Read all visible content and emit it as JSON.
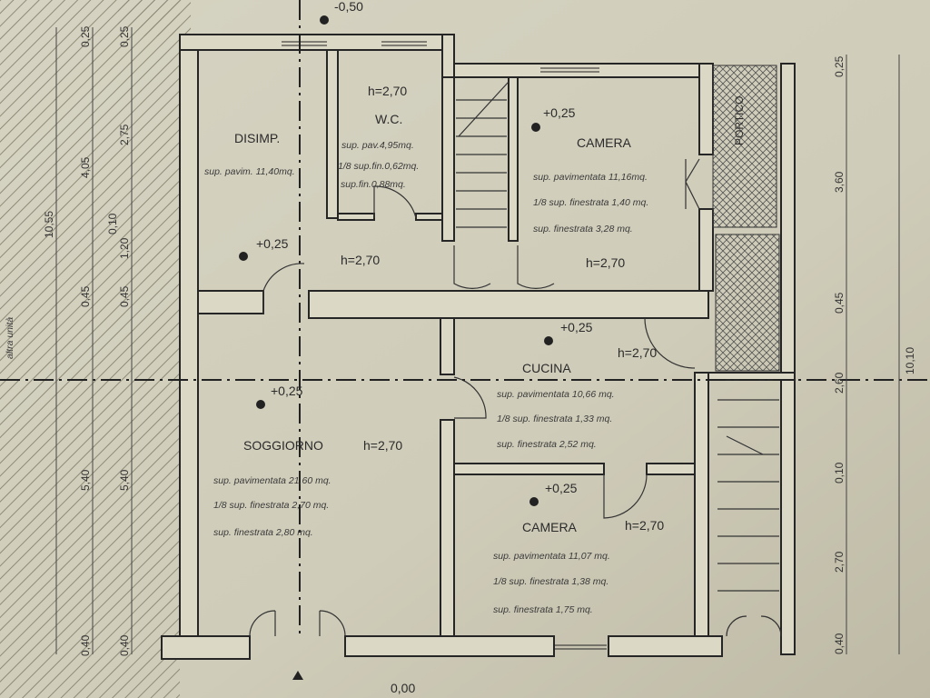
{
  "plan": {
    "levels": {
      "top_entry": "-0,50",
      "bottom_entry": "0,00"
    },
    "side_note": "altra unità",
    "rooms": {
      "disimp": {
        "name": "DISIMP.",
        "area": "sup. pavim. 11,40mq.",
        "level": "+0,25",
        "height": "h=2,70"
      },
      "wc": {
        "name": "W.C.",
        "height": "h=2,70",
        "area": "sup. pav.4,95mq.",
        "window_req": "1/8 sup.fin.0,62mq.",
        "window": "sup.fin.0,88mq."
      },
      "camera_top": {
        "name": "CAMERA",
        "level": "+0,25",
        "area": "sup. pavimentata 11,16mq.",
        "window_req": "1/8 sup. finestrata 1,40 mq.",
        "window": "sup. finestrata 3,28 mq.",
        "height": "h=2,70"
      },
      "portico": {
        "name": "PORTICO"
      },
      "cucina": {
        "name": "CUCINA",
        "level": "+0,25",
        "height": "h=2,70",
        "area": "sup. pavimentata 10,66 mq.",
        "window_req": "1/8 sup. finestrata 1,33 mq.",
        "window": "sup. finestrata 2,52 mq."
      },
      "soggiorno": {
        "name": "SOGGIORNO",
        "level": "+0,25",
        "height": "h=2,70",
        "area": "sup. pavimentata 21,60 mq.",
        "window_req": "1/8 sup. finestrata 2,70 mq.",
        "window": "sup. finestrata 2,80 mq."
      },
      "camera_bottom": {
        "name": "CAMERA",
        "level": "+0,25",
        "height": "h=2,70",
        "area": "sup. pavimentata 11,07 mq.",
        "window_req": "1/8 sup. finestrata 1,38 mq.",
        "window": "sup. finestrata 1,75 mq."
      }
    },
    "dimensions": {
      "left_total": "10,55",
      "left_a": [
        "0,25",
        "4,05",
        "0,45",
        "5,40",
        "0,40"
      ],
      "left_b": [
        "0,25",
        "2,75",
        "0,10",
        "1,20",
        "0,45",
        "5,40",
        "0,40"
      ],
      "right_a": [
        "0,25",
        "3,60",
        "0,45",
        "2,60",
        "0,10",
        "2,70",
        "0,40"
      ],
      "right_total": "10,10"
    }
  }
}
